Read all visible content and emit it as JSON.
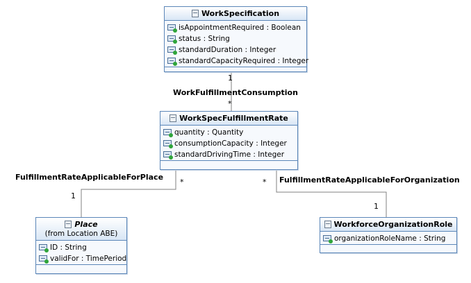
{
  "classes": {
    "work_specification": {
      "name": "WorkSpecification",
      "attributes": [
        "isAppointmentRequired : Boolean",
        "status : String",
        "standardDuration : Integer",
        "standardCapacityRequired : Integer"
      ]
    },
    "work_spec_fulfillment_rate": {
      "name": "WorkSpecFulfillmentRate",
      "attributes": [
        "quantity : Quantity",
        "consumptionCapacity : Integer",
        "standardDrivingTime : Integer"
      ]
    },
    "place": {
      "name": "Place",
      "subtitle": "(from Location ABE)",
      "attributes": [
        "ID : String",
        "validFor : TimePeriod"
      ]
    },
    "workforce_organization_role": {
      "name": "WorkforceOrganizationRole",
      "attributes": [
        "organizationRoleName : String"
      ]
    }
  },
  "associations": {
    "consumption": {
      "name": "WorkFulfillmentConsumption",
      "source_mult": "1",
      "target_mult": "*"
    },
    "place": {
      "name": "FulfillmentRateApplicableForPlace",
      "source_mult": "*",
      "target_mult": "1"
    },
    "organization": {
      "name": "FulfillmentRateApplicableForOrganization",
      "source_mult": "*",
      "target_mult": "1"
    }
  },
  "colors": {
    "class_border": "#5b86b8",
    "class_fill": "#f6f9fd",
    "header_gradient_end": "#d8e6f5",
    "attribute_marker": "#2fa53a",
    "association_line": "#808080"
  }
}
